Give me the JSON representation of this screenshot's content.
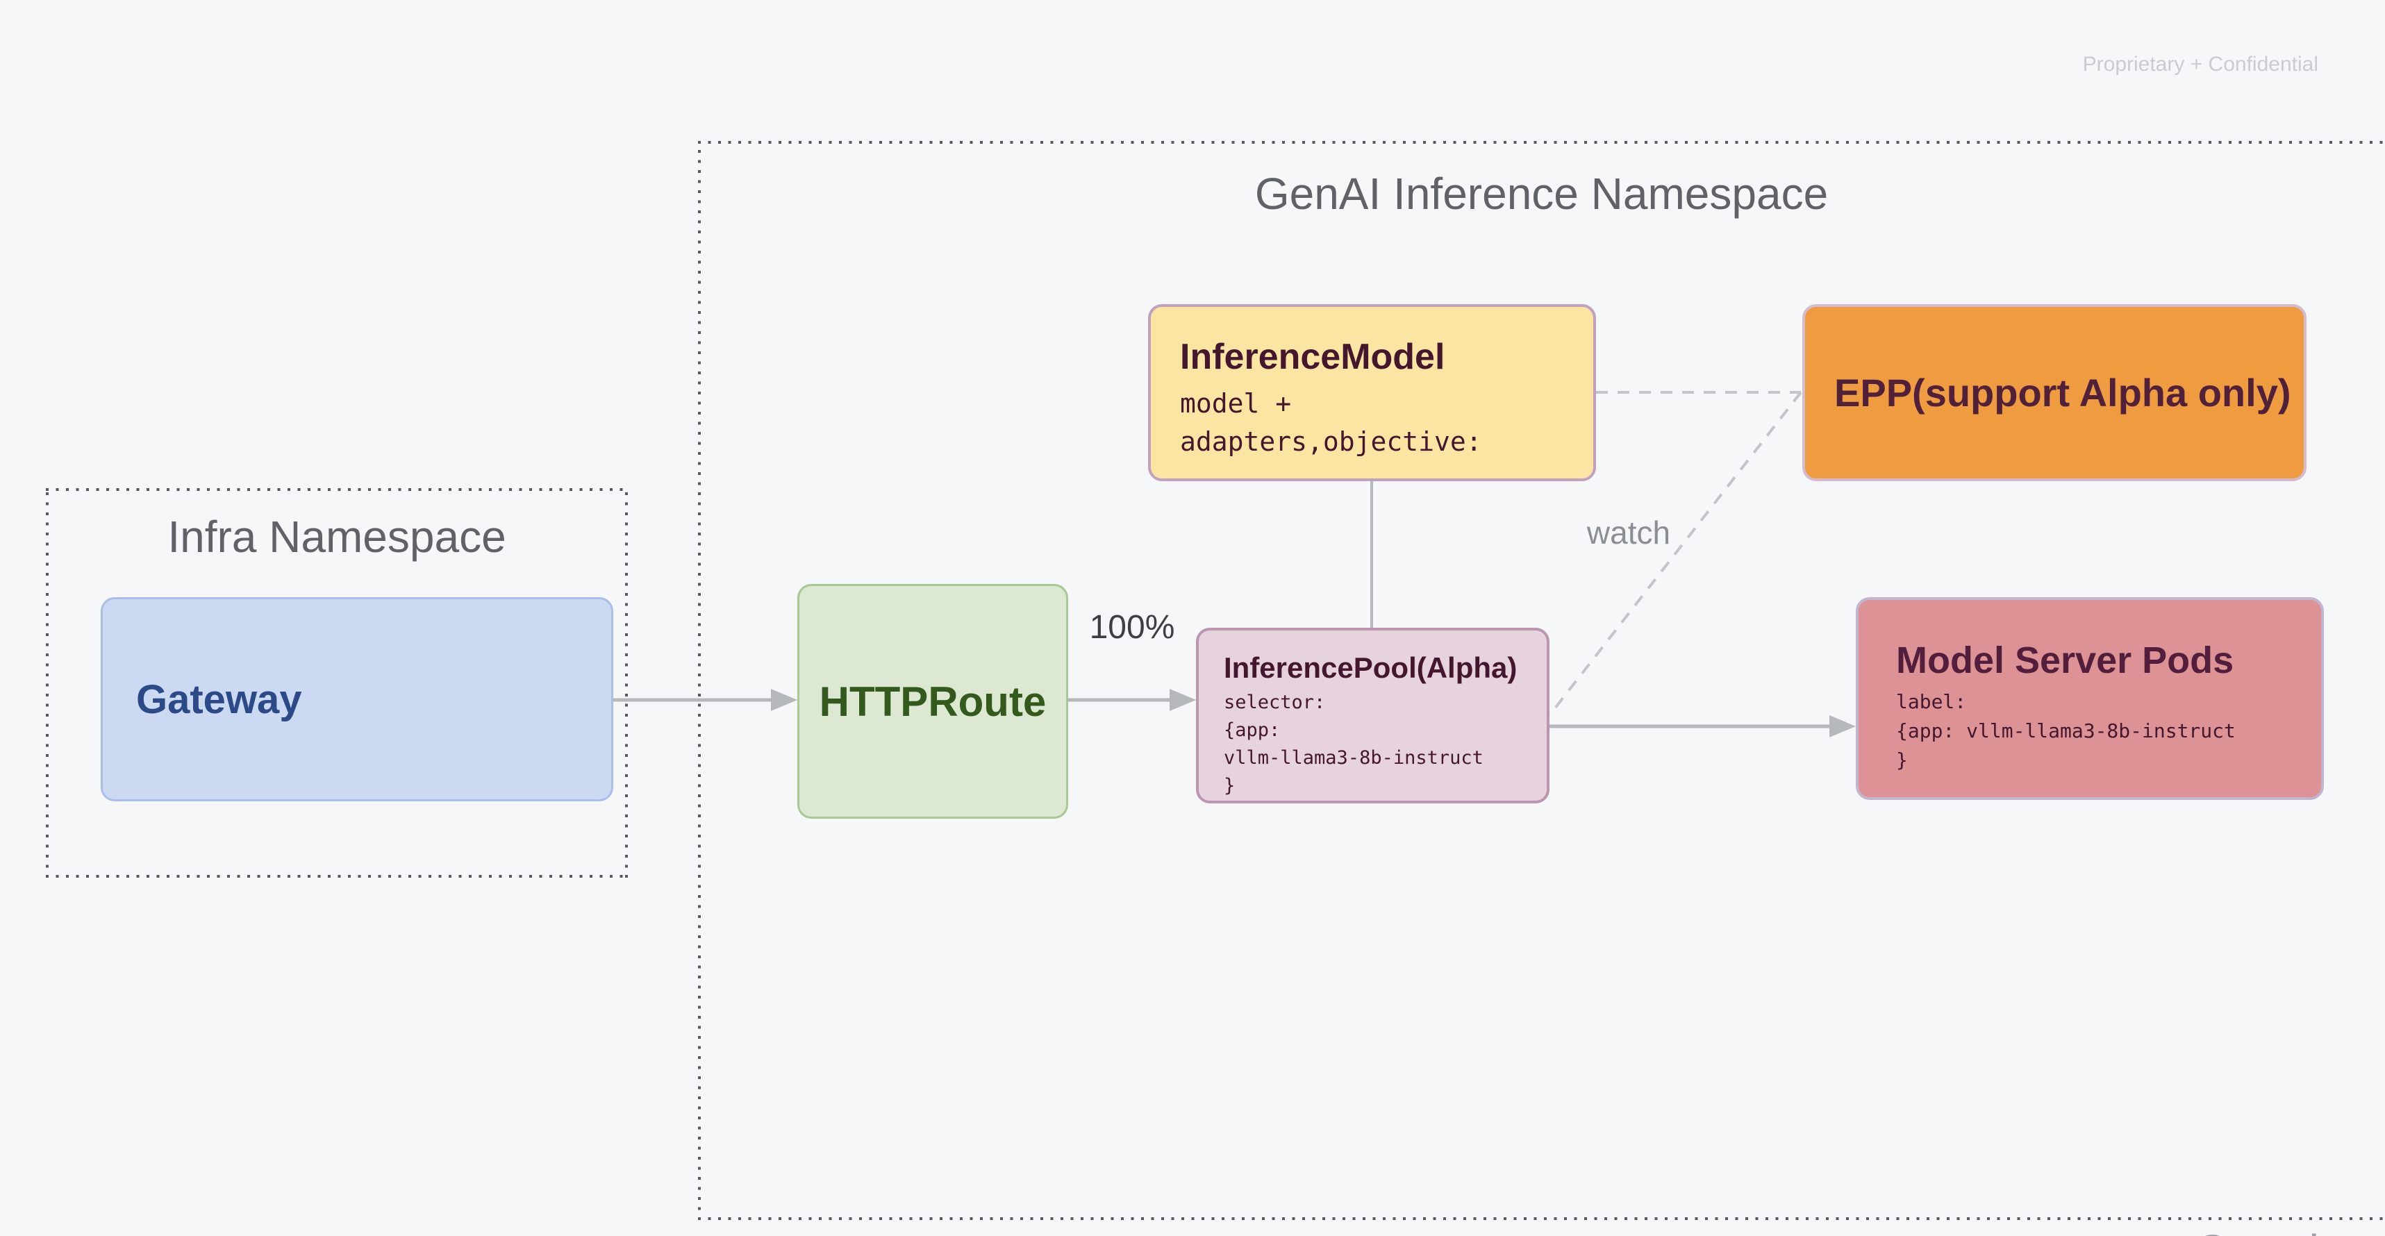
{
  "watermark": "Proprietary + Confidential",
  "footer_logo": "Google",
  "namespaces": {
    "genai": {
      "title": "GenAI Inference Namespace"
    },
    "infra": {
      "title": "Infra Namespace"
    }
  },
  "nodes": {
    "gateway": {
      "title": "Gateway",
      "fill": "#ccd9f2",
      "border": "#a9bfe8",
      "text_color": "#2b4a87"
    },
    "httproute": {
      "title": "HTTPRoute",
      "fill": "#dce8d2",
      "border": "#a9c896",
      "text_color": "#33591d"
    },
    "inference_model": {
      "title": "InferenceModel",
      "body": "model +\nadapters,objective:",
      "fill": "#fbe5a3",
      "border": "#c0a2c0",
      "text_color": "#45172f"
    },
    "epp": {
      "title": "EPP(support Alpha only)",
      "fill": "#ef9b40",
      "border": "#d5bbcf",
      "text_color": "#51203a"
    },
    "inference_pool": {
      "title": "InferencePool(Alpha)",
      "body": "selector:\n{app:\nvllm-llama3-8b-instruct\n}",
      "fill": "#e7d3de",
      "border": "#bb96ae",
      "text_color": "#45172f"
    },
    "model_server_pods": {
      "title": "Model Server Pods",
      "body": "label:\n{app: vllm-llama3-8b-instruct\n}",
      "fill": "#dd9395",
      "border": "#c3b4d2",
      "text_color": "#531e3b"
    }
  },
  "edges": {
    "gateway_to_httproute": {
      "type": "arrow"
    },
    "httproute_to_pool": {
      "type": "arrow",
      "label": "100%"
    },
    "inference_model_to_pool": {
      "type": "line"
    },
    "inference_model_to_epp": {
      "type": "dashed"
    },
    "epp_to_pool": {
      "type": "dashed",
      "label": "watch"
    },
    "pool_to_pods": {
      "type": "arrow"
    },
    "line_color": "#b5b8bc",
    "dashed_color": "#c2c5c9"
  }
}
